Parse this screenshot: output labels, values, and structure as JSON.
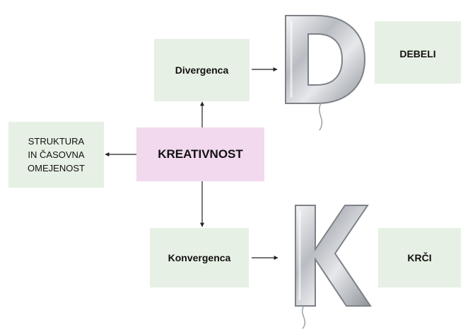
{
  "nodes": {
    "center": "KREATIVNOST",
    "divergence": "Divergenca",
    "convergence": "Konvergenca",
    "structure_line1": "STRUKTURA",
    "structure_line2": "IN ČASOVNA",
    "structure_line3": "OMEJENOST",
    "d_label": "DEBELI",
    "k_label": "KRČI"
  },
  "balloons": {
    "top_letter": "D",
    "bottom_letter": "K"
  },
  "colors": {
    "green_box": "#e7f0e4",
    "pink_box": "#f2d9ee",
    "arrow": "#222222",
    "balloon": "#c9ccd2"
  }
}
